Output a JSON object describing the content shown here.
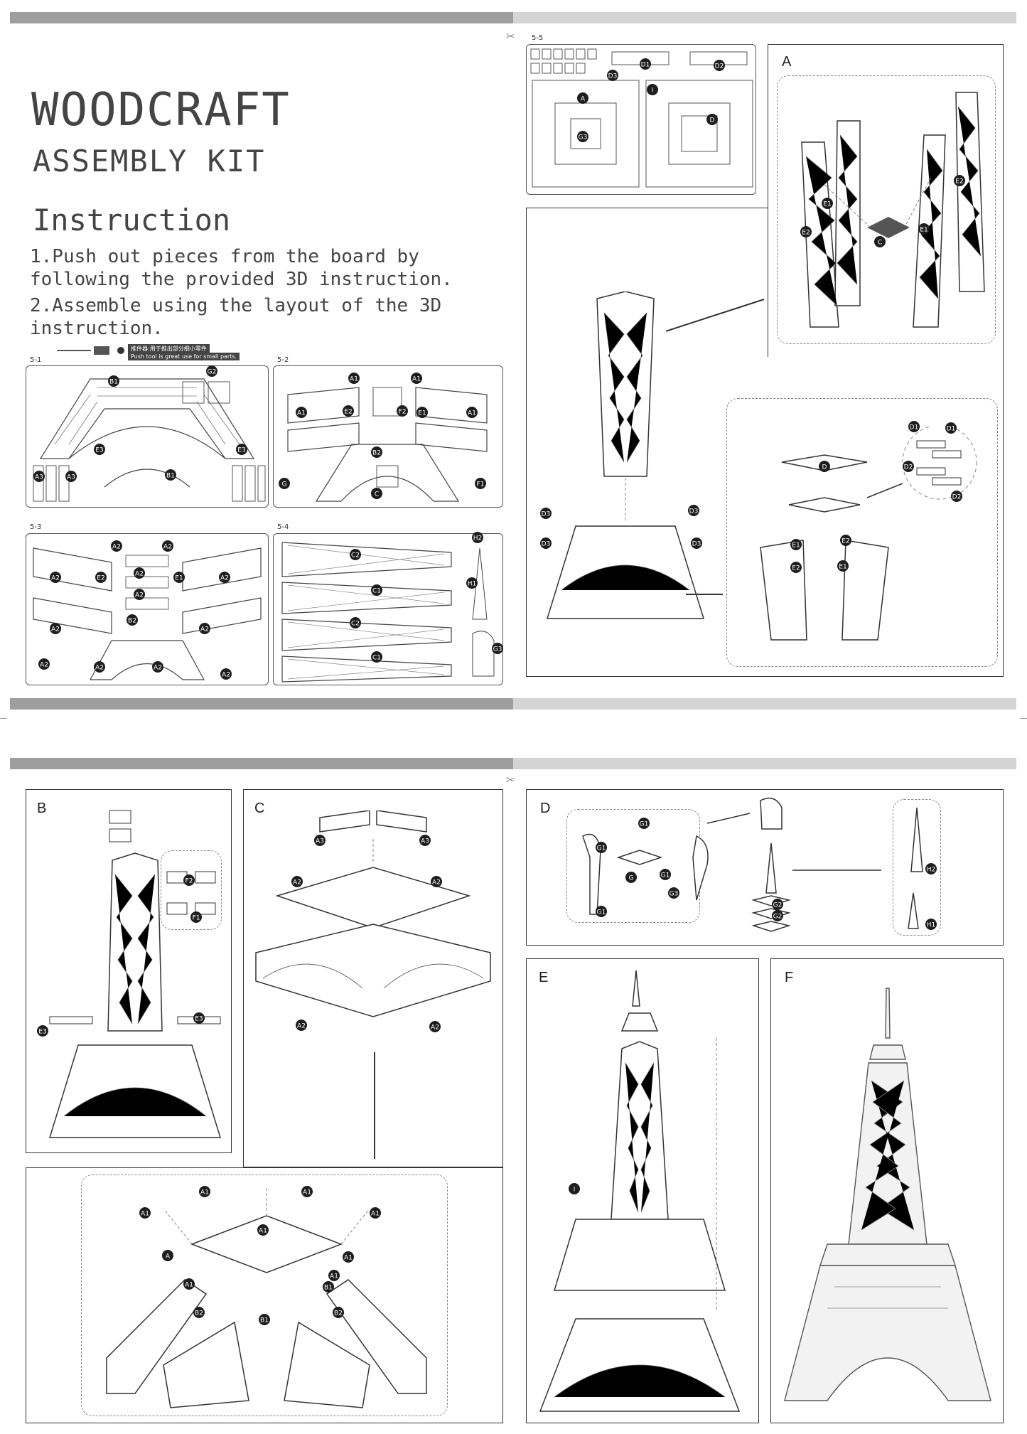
{
  "header": {
    "brand": "WOODCRAFT",
    "subtitle": "ASSEMBLY KIT",
    "section": "Instruction",
    "steps": [
      "1.Push out pieces from the board by following the provided 3D instruction.",
      "2.Assemble using the layout of the 3D instruction."
    ]
  },
  "tool_tip": {
    "cn": "推件器:用于推出部分细小零件",
    "en": "Push tool is great use for small parts."
  },
  "boards": {
    "b1": {
      "name": "5-1",
      "parts": [
        "B1",
        "G2",
        "E3",
        "E3",
        "A3",
        "A3",
        "B1"
      ]
    },
    "b2": {
      "name": "5-2",
      "parts": [
        "A1",
        "A1",
        "A1",
        "E2",
        "F2",
        "E1",
        "A1",
        "B2",
        "G",
        "C",
        "F1"
      ]
    },
    "b3": {
      "name": "5-3",
      "parts": [
        "A2",
        "A2",
        "A2",
        "E2",
        "A2",
        "E1",
        "A2",
        "A2",
        "A2",
        "A2",
        "B2",
        "A2",
        "A2",
        "A2",
        "A2"
      ]
    },
    "b4": {
      "name": "5-4",
      "parts": [
        "C2",
        "H2",
        "C1",
        "H1",
        "C2",
        "C1",
        "G3"
      ]
    },
    "b5": {
      "name": "5-5",
      "parts": [
        "D3",
        "D1",
        "D2",
        "A",
        "I",
        "D",
        "G3"
      ]
    }
  },
  "panels": {
    "A": {
      "label": "A",
      "parts": [
        "E2",
        "E1",
        "C",
        "E1",
        "E2",
        "D",
        "D3",
        "D3",
        "D3",
        "D3",
        "D1",
        "D1",
        "D2",
        "D2",
        "E1",
        "E2",
        "E2",
        "E1"
      ]
    },
    "B": {
      "label": "B",
      "parts": [
        "F2",
        "F1",
        "E3",
        "E3"
      ]
    },
    "C": {
      "label": "C",
      "parts": [
        "A3",
        "A3",
        "A2",
        "A2",
        "A2",
        "A2",
        "A1",
        "A1",
        "A1",
        "A1",
        "A1",
        "A1",
        "A",
        "A1",
        "A1",
        "B1",
        "B2",
        "B2",
        "B1"
      ]
    },
    "D": {
      "label": "D",
      "parts": [
        "G1",
        "G1",
        "G",
        "G1",
        "G1",
        "G3",
        "G2",
        "G2",
        "H2",
        "H1"
      ]
    },
    "E": {
      "label": "E",
      "parts": [
        "I"
      ]
    },
    "F": {
      "label": "F"
    }
  },
  "icons": [
    "scissors-icon"
  ]
}
